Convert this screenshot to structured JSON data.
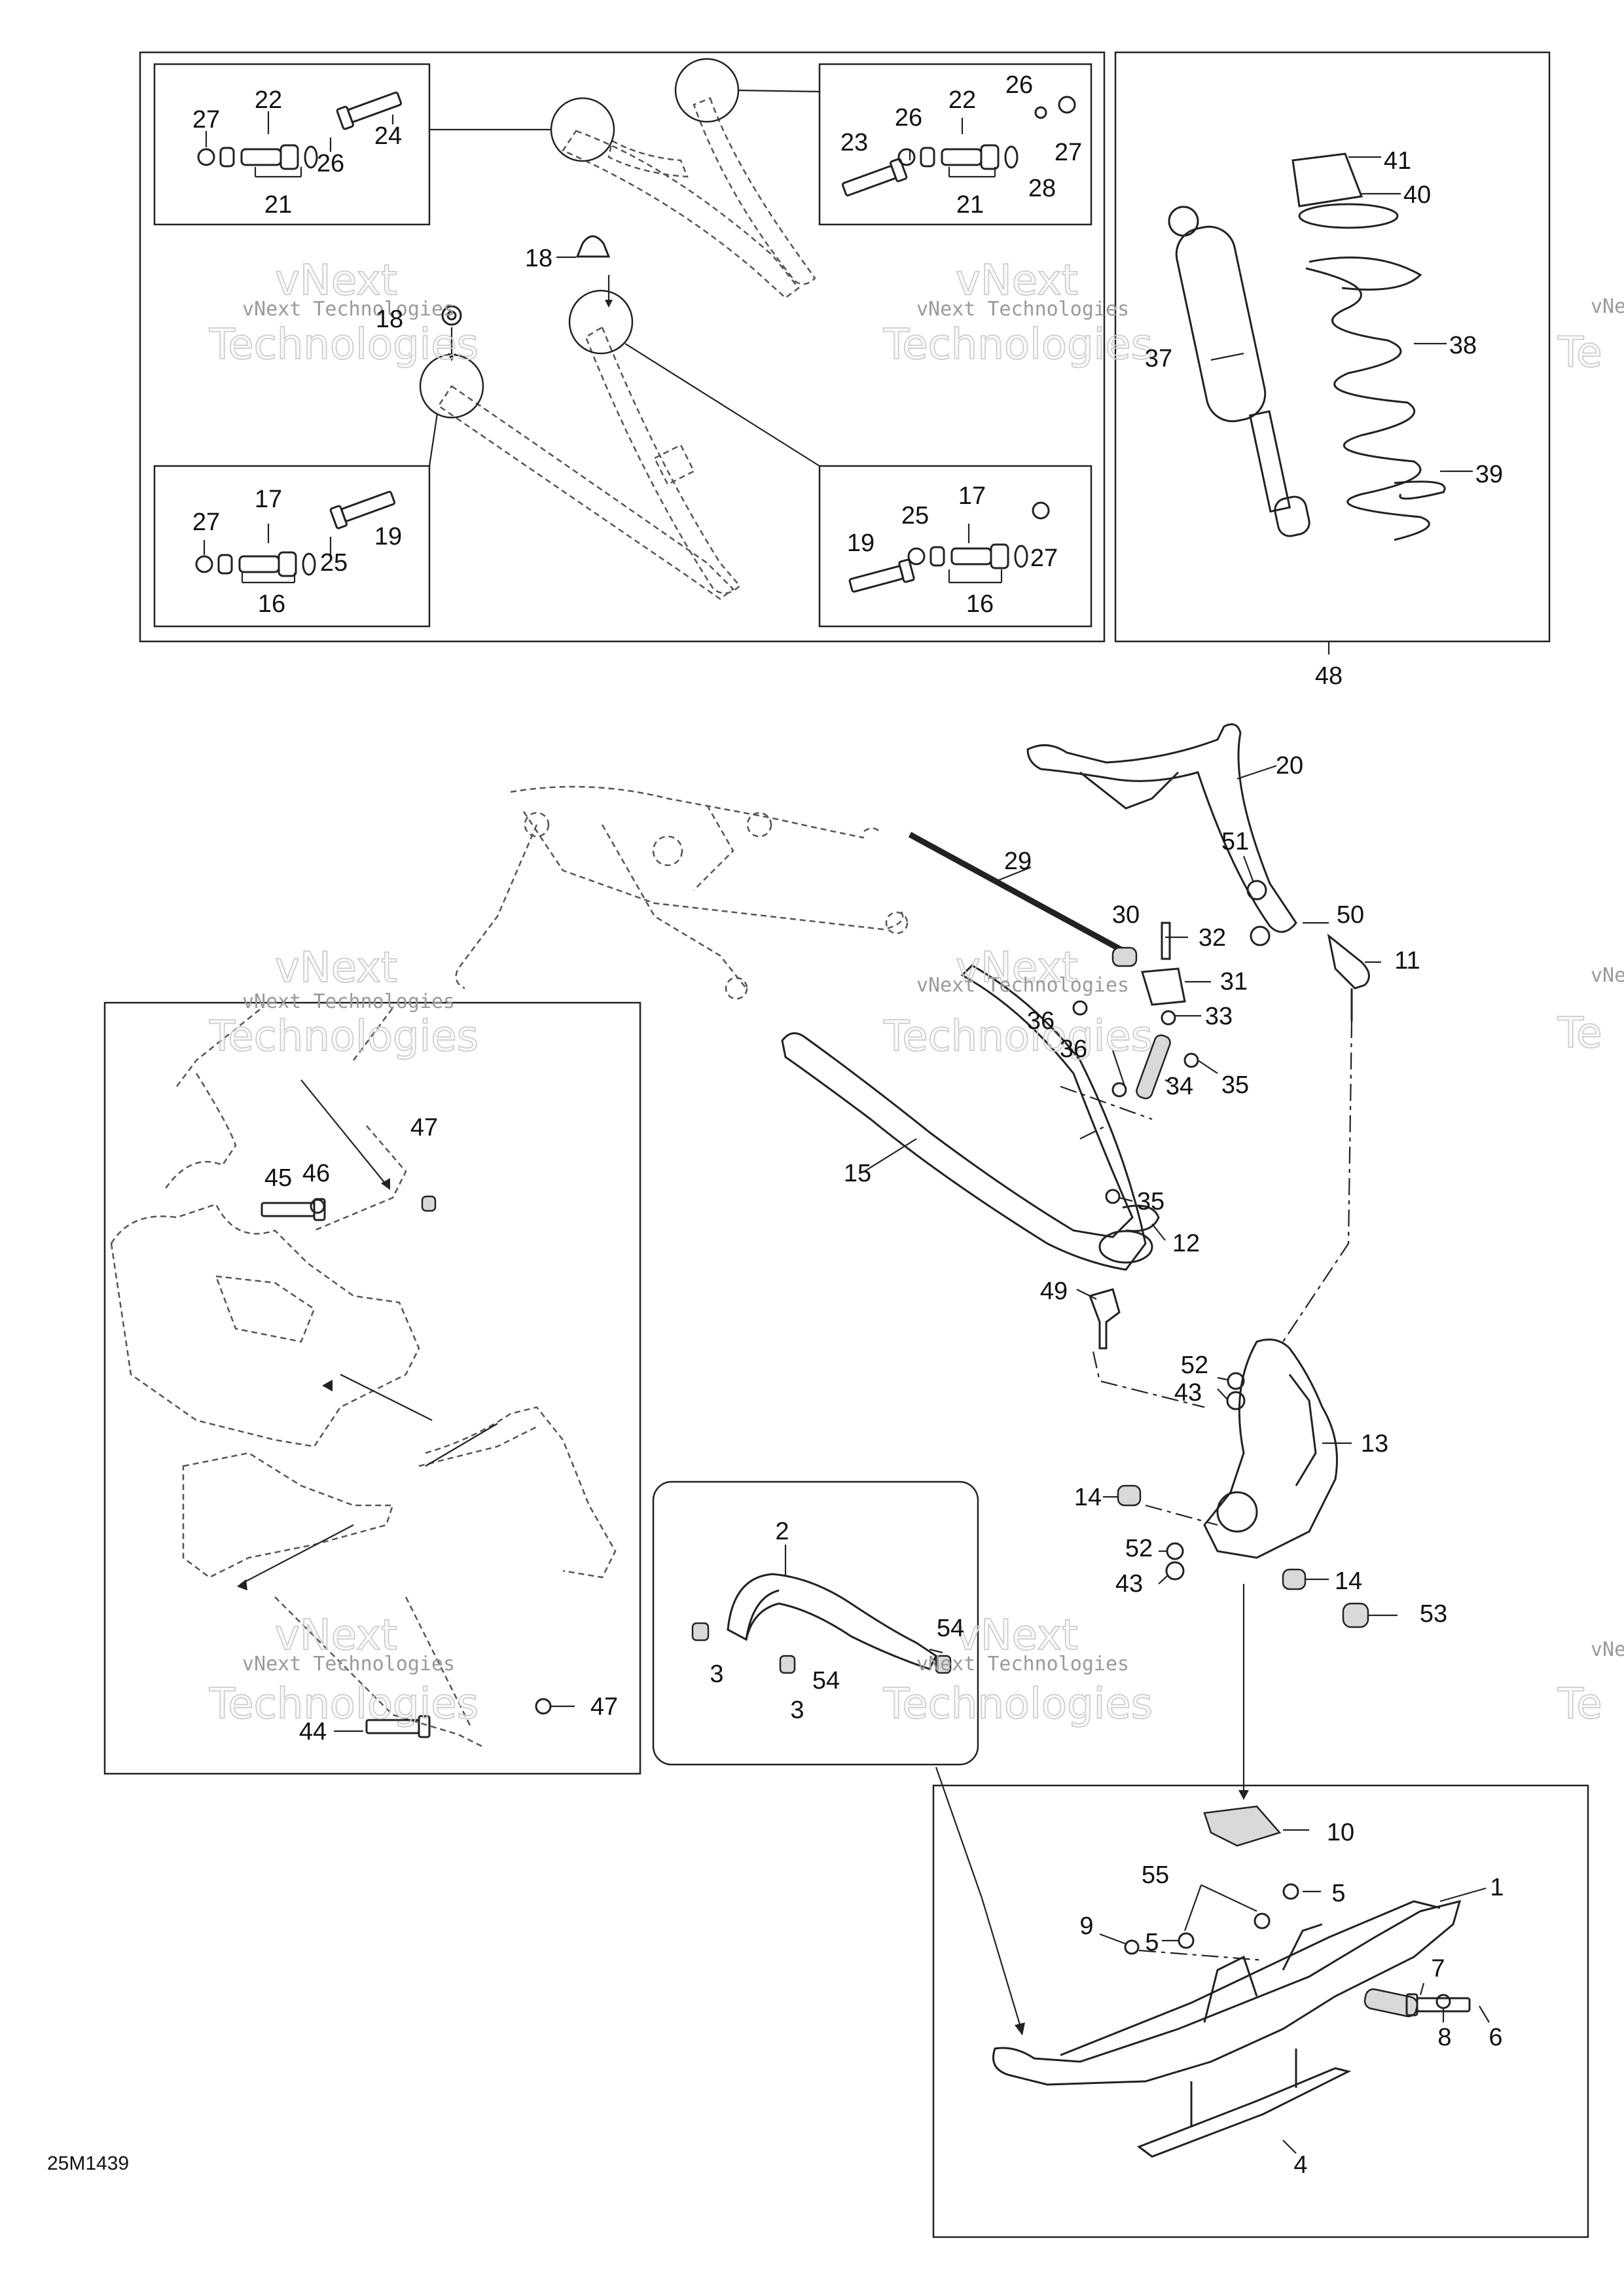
{
  "diagram_code": "25M1439",
  "watermark": {
    "line1": "vNext Technologies",
    "line2": "vNext",
    "line3": "Technologies"
  },
  "callouts": {
    "c1": "1",
    "c2": "2",
    "c3a": "3",
    "c3b": "3",
    "c4": "4",
    "c5a": "5",
    "c5b": "5",
    "c6": "6",
    "c7": "7",
    "c8": "8",
    "c9": "9",
    "c10": "10",
    "c11": "11",
    "c12": "12",
    "c13": "13",
    "c14a": "14",
    "c14b": "14",
    "c15": "15",
    "c16a": "16",
    "c16b": "16",
    "c17a": "17",
    "c17b": "17",
    "c18a": "18",
    "c18b": "18",
    "c19a": "19",
    "c19b": "19",
    "c20": "20",
    "c21a": "21",
    "c21b": "21",
    "c22a": "22",
    "c22b": "22",
    "c23": "23",
    "c24": "24",
    "c25a": "25",
    "c25b": "25",
    "c26a": "26",
    "c26b": "26",
    "c26c": "26",
    "c27a": "27",
    "c27b": "27",
    "c27c": "27",
    "c27d": "27",
    "c28": "28",
    "c29": "29",
    "c30": "30",
    "c31": "31",
    "c32": "32",
    "c33": "33",
    "c34": "34",
    "c35a": "35",
    "c35b": "35",
    "c36a": "36",
    "c36b": "36",
    "c37": "37",
    "c38": "38",
    "c39": "39",
    "c40": "40",
    "c41": "41",
    "c43a": "43",
    "c43b": "43",
    "c44": "44",
    "c45": "45",
    "c46": "46",
    "c47a": "47",
    "c47b": "47",
    "c48": "48",
    "c49": "49",
    "c50": "50",
    "c51": "51",
    "c52a": "52",
    "c52b": "52",
    "c53": "53",
    "c54a": "54",
    "c54b": "54",
    "c55": "55"
  }
}
